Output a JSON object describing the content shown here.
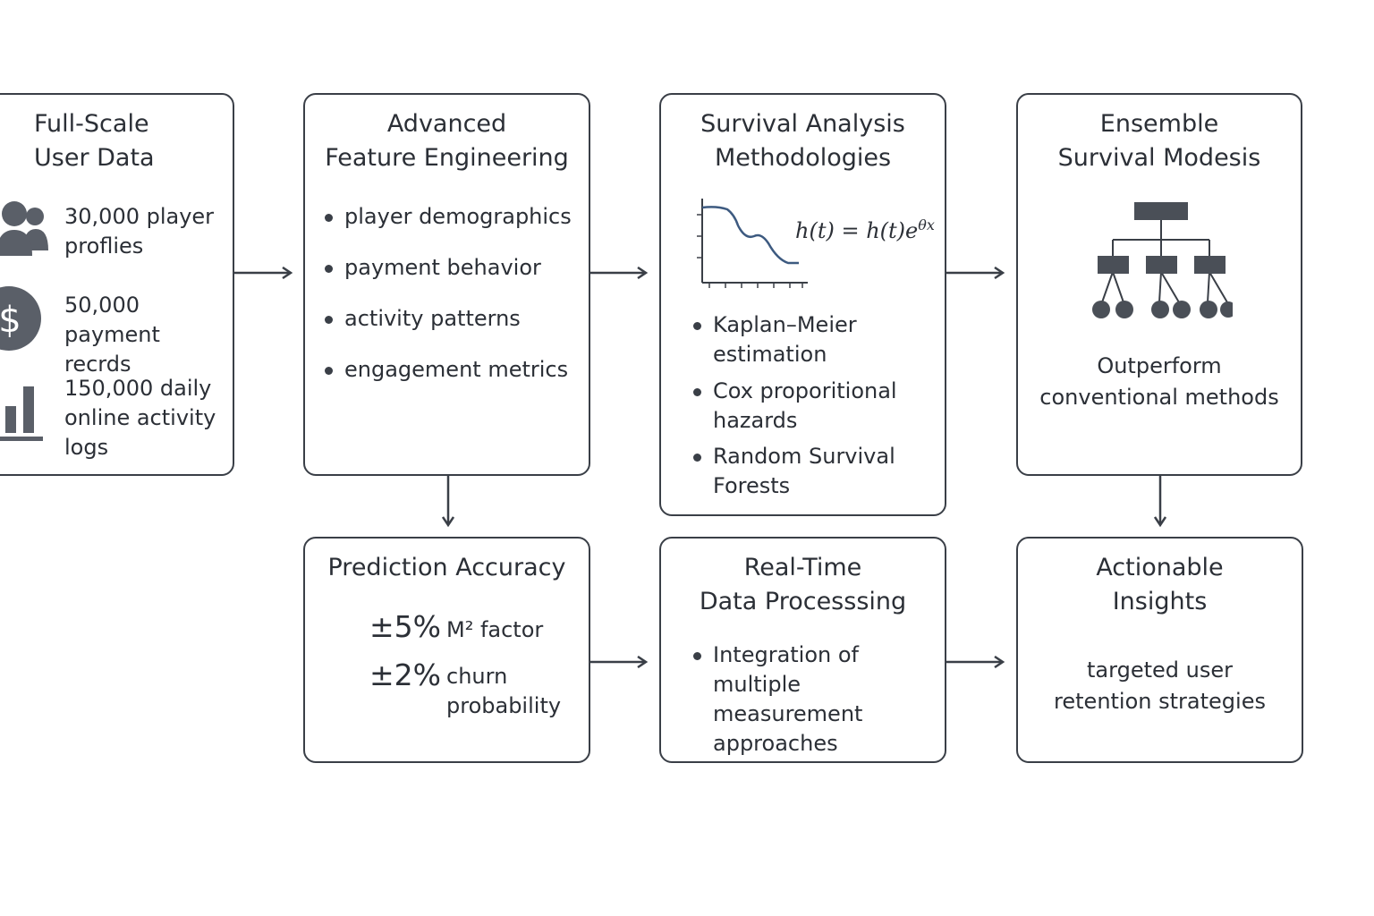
{
  "user_data": {
    "title": "Full-Scale\nUser Data",
    "items": [
      {
        "icon": "users-icon",
        "text": "30,000 player\nproflies"
      },
      {
        "icon": "dollar-coin-icon",
        "text": "50,000\npayment recrds"
      },
      {
        "icon": "bar-chart-icon",
        "text": "150,000 daily\nonline activity\nlogs"
      }
    ]
  },
  "feature_engineering": {
    "title": "Advanced\nFeature Engineering",
    "items": [
      "player demographics",
      "payment behavior",
      "activity patterns",
      "engagement metrics"
    ]
  },
  "survival_analysis": {
    "title": "Survival Analysis\nMethodologies",
    "formula": "h(t) = h(t)e",
    "formula_exp": "θx",
    "items": [
      "Kaplan–Meier\nestimation",
      "Cox proporitional\nhazards",
      "Random Survival\nForests"
    ]
  },
  "ensemble": {
    "title": "Ensemble\nSurvival Modesis",
    "text": "Outperform\nconventional methods"
  },
  "prediction_accuracy": {
    "title": "Prediction Accuracy",
    "rows": [
      {
        "value": "±5%",
        "label": "M² factor"
      },
      {
        "value": "±2%",
        "label": "churn\nprobability"
      }
    ]
  },
  "realtime": {
    "title": "Real-Time\nData Processsing",
    "items": [
      "Integration of\nmultiple\nmeasurement\napproaches"
    ]
  },
  "insights": {
    "title": "Actionable\nInsights",
    "text": "targeted user\nretention strategies"
  },
  "colors": {
    "border": "#3a3f47",
    "icon": "#5a5f68",
    "curve": "#3d5a80"
  }
}
